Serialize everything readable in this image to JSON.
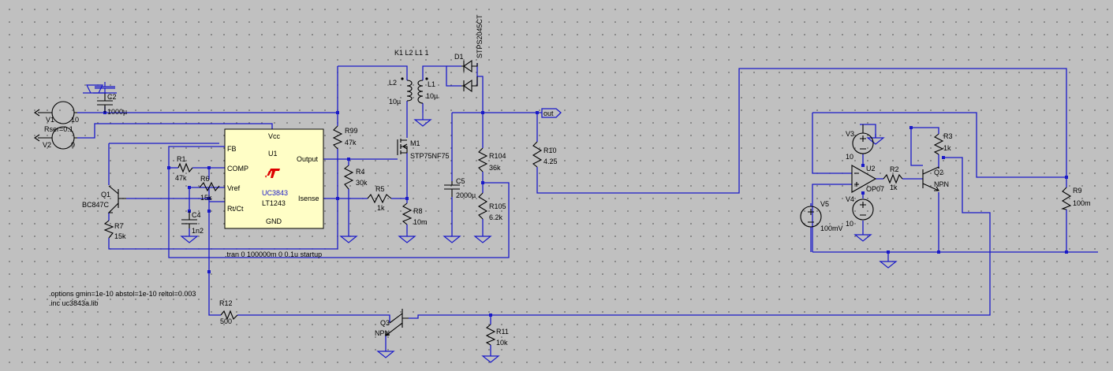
{
  "colors": {
    "background": "#c0c0c0",
    "wire": "#1a1ac8",
    "component": "#000000",
    "ic_body": "#fffec6",
    "logo": "#dd0000",
    "ic_text": "#1a1ac8"
  },
  "components": {
    "V1": {
      "name": "V1",
      "value": "10",
      "param": "Rser=0.1"
    },
    "V2": {
      "name": "V2",
      "value": "9"
    },
    "C2": {
      "name": "C2",
      "value": "1000µ"
    },
    "U1": {
      "name": "U1",
      "part": "UC3843",
      "sub": "LT1243",
      "pins": {
        "vcc": "Vcc",
        "fb": "FB",
        "comp": "COMP",
        "vref": "Vref",
        "rtct": "Rt/Ct",
        "output": "Output",
        "isense": "Isense",
        "gnd": "GND"
      }
    },
    "R1": {
      "name": "R1",
      "value": "47k"
    },
    "R6": {
      "name": "R6",
      "value": "15k"
    },
    "C4": {
      "name": "C4",
      "value": "1n2"
    },
    "Q1": {
      "name": "Q1",
      "value": "BC847C"
    },
    "R7": {
      "name": "R7",
      "value": "15k"
    },
    "R99": {
      "name": "R99",
      "value": "47k"
    },
    "R4": {
      "name": "R4",
      "value": "30k"
    },
    "R5": {
      "name": "R5",
      "value": "1k"
    },
    "R8": {
      "name": "R8",
      "value": "10m"
    },
    "M1": {
      "name": "M1",
      "value": "STP75NF75"
    },
    "L2": {
      "name": "L2",
      "value": "10µ"
    },
    "L1": {
      "name": "L1",
      "value": "10µ"
    },
    "K1": {
      "text": "K1 L2 L1 1"
    },
    "D1": {
      "name": "D1",
      "value": "STPS2045CT"
    },
    "C5": {
      "name": "C5",
      "value": "2000µ"
    },
    "R104": {
      "name": "R104",
      "value": "36k"
    },
    "R105": {
      "name": "R105",
      "value": "6.2k"
    },
    "R10": {
      "name": "R10",
      "value": "4.25"
    },
    "out": {
      "label": "out"
    },
    "V3": {
      "name": "V3",
      "value": "10"
    },
    "V4": {
      "name": "V4",
      "value": "10"
    },
    "V5": {
      "name": "V5",
      "value": "100mV"
    },
    "U2": {
      "name": "U2",
      "value": "OP07"
    },
    "R2": {
      "name": "R2",
      "value": "1k"
    },
    "R3": {
      "name": "R3",
      "value": "1k"
    },
    "Q2": {
      "name": "Q2",
      "value": "NPN"
    },
    "R9": {
      "name": "R9",
      "value": "100m"
    },
    "R12": {
      "name": "R12",
      "value": "500"
    },
    "Q3": {
      "name": "Q3",
      "value": "NPN"
    },
    "R11": {
      "name": "R11",
      "value": "10k"
    }
  },
  "directives": {
    "tran": ".tran 0 100000m 0 0.1u startup",
    "options": ".options gmin=1e-10 abstol=1e-10 reltol=0.003",
    "include": ".inc uc3843a.lib"
  }
}
